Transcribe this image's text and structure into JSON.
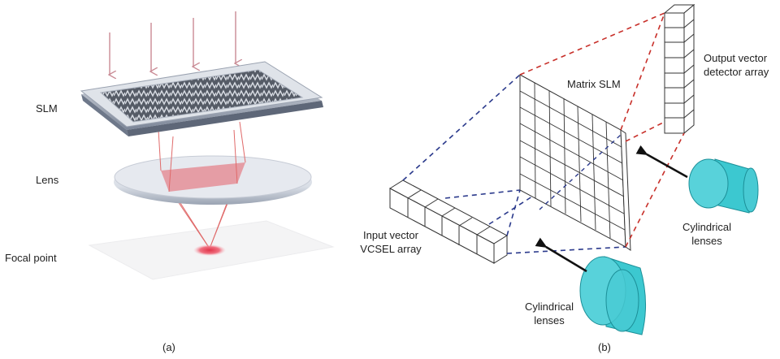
{
  "panel_a": {
    "label_slm": "SLM",
    "label_lens": "Lens",
    "label_focal": "Focal point",
    "caption": "(a)"
  },
  "panel_b": {
    "label_matrix": "Matrix SLM",
    "label_output_1": "Output vector",
    "label_output_2": "detector array",
    "label_input_1": "Input vector",
    "label_input_2": "VCSEL array",
    "label_cyl_right_1": "Cylindrical",
    "label_cyl_right_2": "lenses",
    "label_cyl_bottom_1": "Cylindrical",
    "label_cyl_bottom_2": "lenses",
    "caption": "(b)"
  },
  "colors": {
    "light_arrow": "#c98a94",
    "beam": "#e06a6a",
    "blue_dash": "#2b3a8c",
    "red_dash": "#c8302a",
    "lens_fill": "#3cc8d0"
  }
}
